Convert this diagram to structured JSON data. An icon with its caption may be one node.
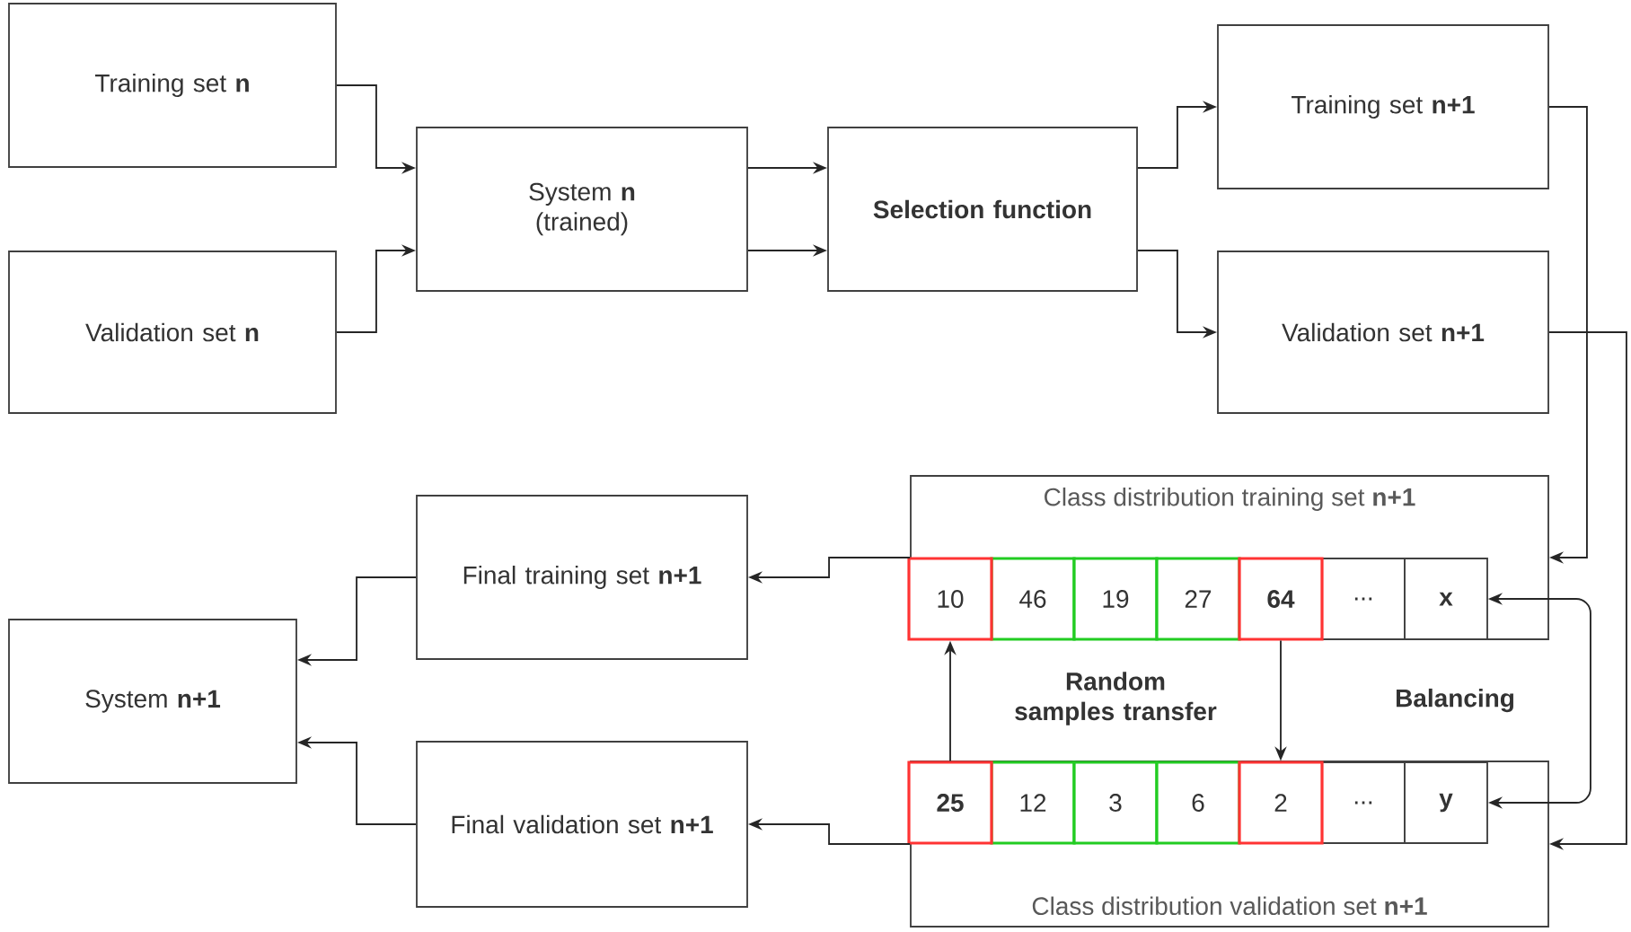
{
  "diagram": {
    "nodes": [
      {
        "text": [
          "Training set **n**"
        ]
      },
      {
        "text": [
          "Validation set **n**"
        ]
      },
      {
        "text": [
          "System **n** (trained)"
        ]
      },
      {
        "text": [
          "Selection function"
        ]
      },
      {
        "text": [
          "Training set **n+1**"
        ]
      },
      {
        "text": [
          "Validation set **n+1**"
        ]
      },
      {
        "text": [
          "Class distribution training set **n+1**"
        ]
      },
      {
        "text": [
          "10"
        ],
        "in": 6
      },
      {
        "text": [
          "46"
        ],
        "in": 6
      },
      {
        "text": [
          "19"
        ],
        "in": 6
      },
      {
        "text": [
          "27"
        ],
        "in": 6
      },
      {
        "text": [
          "64"
        ],
        "in": 6
      },
      {
        "text": [
          "..."
        ],
        "in": 6
      },
      {
        "text": [
          "x"
        ],
        "in": 6
      },
      {
        "text": [
          "Class distribution validation set **n+1**"
        ]
      },
      {
        "text": [
          "25"
        ],
        "in": 14
      },
      {
        "text": [
          "12"
        ],
        "in": 14
      },
      {
        "text": [
          "3"
        ],
        "in": 14
      },
      {
        "text": [
          "6"
        ],
        "in": 14
      },
      {
        "text": [
          "2"
        ],
        "in": 14
      },
      {
        "text": [
          "..."
        ],
        "in": 14
      },
      {
        "text": [
          "y"
        ],
        "in": 14
      },
      {
        "text": [
          "Final training set **n+1**"
        ]
      },
      {
        "text": [
          "Final validation set **n+1**"
        ]
      },
      {
        "text": [
          "System **n+1**"
        ]
      }
    ],
    "edges": [
      {
        "from": 0,
        "to": 2,
        "arrow": "to"
      },
      {
        "from": 1,
        "to": 2,
        "arrow": "to"
      },
      {
        "from": 2,
        "to": 3,
        "arrow": "to"
      },
      {
        "from": 2,
        "to": 3,
        "arrow": "to"
      },
      {
        "from": 3,
        "to": 4,
        "arrow": "to"
      },
      {
        "from": 3,
        "to": 5,
        "arrow": "to"
      },
      {
        "from": 4,
        "to": 6,
        "arrow": "to"
      },
      {
        "from": 5,
        "to": 14,
        "arrow": "to"
      },
      {
        "from": 6,
        "to": 22,
        "arrow": "to"
      },
      {
        "from": 14,
        "to": 23,
        "arrow": "to"
      },
      {
        "from": 22,
        "to": 24,
        "arrow": "to"
      },
      {
        "from": 23,
        "to": 24,
        "arrow": "to"
      },
      {
        "from": 15,
        "to": 7,
        "arrow": "to"
      },
      {
        "from": 11,
        "to": 19,
        "arrow": "to"
      },
      {
        "from": 13,
        "to": 21,
        "arrow": "both"
      }
    ],
    "labels": [
      "Random samples transfer",
      "Balancing"
    ]
  }
}
